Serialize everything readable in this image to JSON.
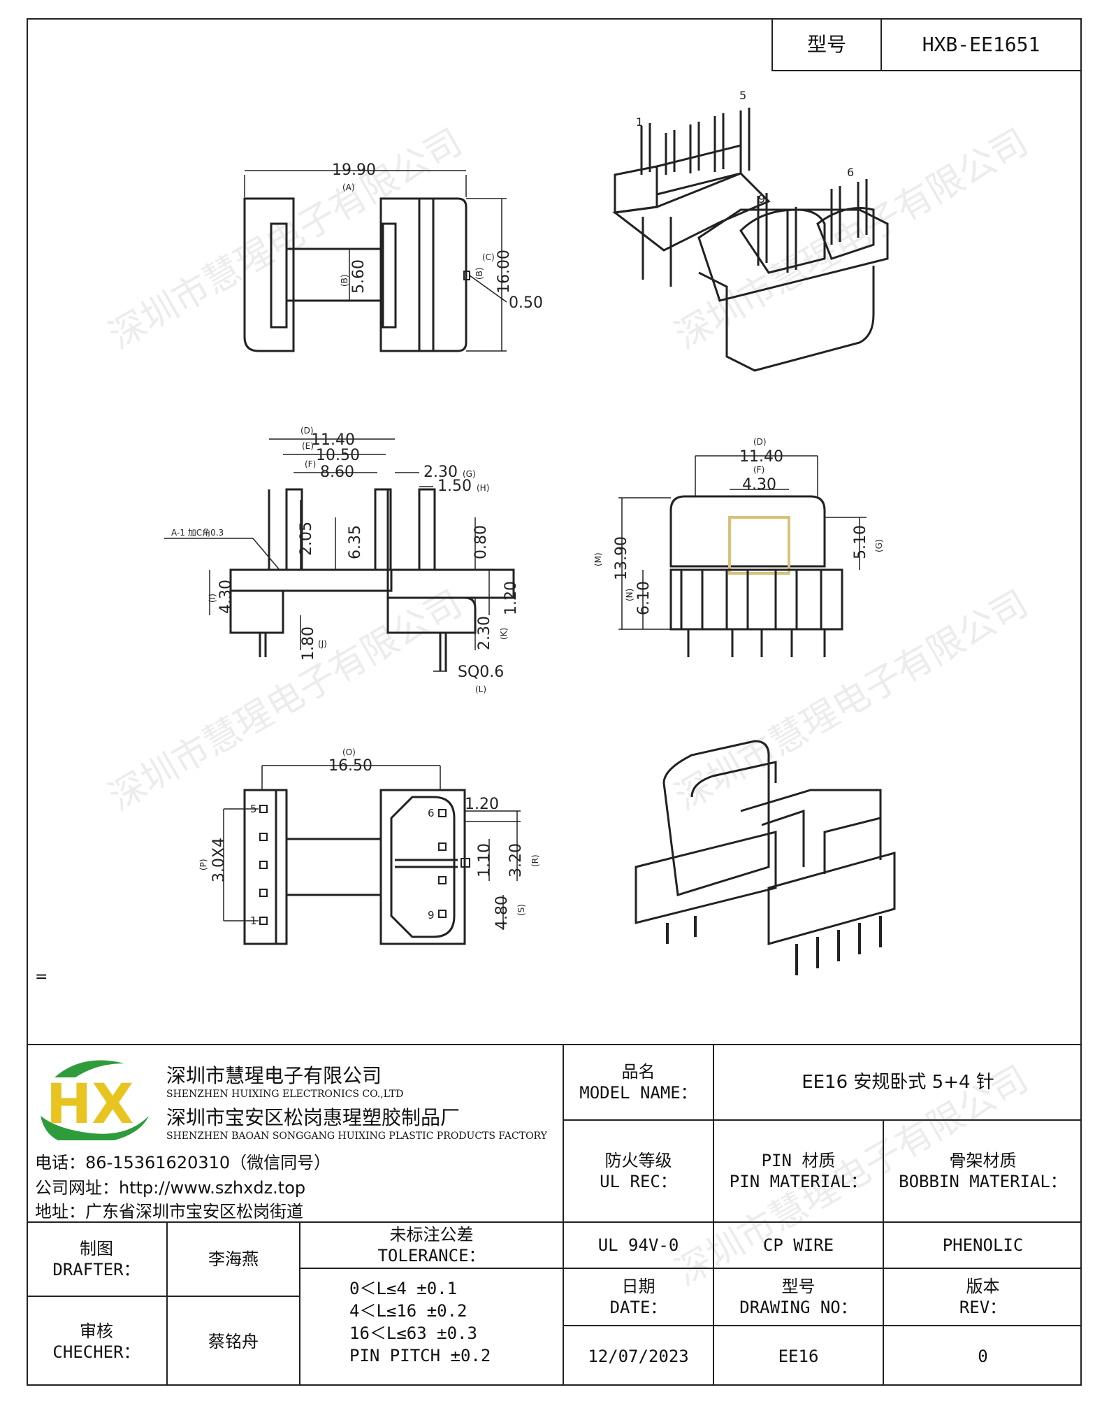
{
  "header": {
    "model_label": "型号",
    "model_value": "HXB-EE1651"
  },
  "watermark": "深圳市慧瑆电子有限公司",
  "drawing": {
    "top": {
      "width": "19.90",
      "a": "(A)",
      "height": "16.00",
      "b": "(B)",
      "gap": "5.60",
      "gap_tag": "(B)",
      "thk": "0.50",
      "c": "(C)"
    },
    "iso_pins": {
      "p1": "1",
      "p5": "5",
      "p6": "6",
      "p9": "9"
    },
    "side": {
      "d1": "11.40",
      "d2": "10.50",
      "d3": "8.60",
      "d4": "2.30",
      "d5": "1.50",
      "d6": "2.05",
      "d7": "6.35",
      "d8": "0.80",
      "d9": "1.20",
      "d10": "4.30",
      "d11": "1.80",
      "d12": "2.30",
      "d13": "SQ0.6",
      "t1": "(D)",
      "t2": "(E)",
      "t3": "(F)",
      "t4": "(G)",
      "t5": "(H)",
      "t6": "(I)",
      "t7": "(J)",
      "t8": "(K)",
      "t9": "(L)",
      "note": "A-1 加C角0.3"
    },
    "front": {
      "w": "11.40",
      "w_tag": "(D)",
      "inner": "4.30",
      "inner_tag": "(F)",
      "h": "13.90",
      "h_tag": "(M)",
      "h2": "6.10",
      "h2_tag": "(N)",
      "r": "5.10",
      "r_tag": "(G)"
    },
    "bottom": {
      "w": "16.50",
      "w_tag": "(O)",
      "pitch": "3.0X4",
      "pitch_tag": "(P)",
      "a": "1.20",
      "b": "1.10",
      "c": "3.20",
      "c_tag": "(R)",
      "d": "4.80",
      "d_tag": "(S)",
      "pins_left": [
        "5",
        "1"
      ],
      "pins_right": [
        "6",
        "9"
      ]
    }
  },
  "equals": "=",
  "company": {
    "name_cn": "深圳市慧瑆电子有限公司",
    "name_en": "SHENZHEN HUIXING ELECTRONICS CO.,LTD",
    "factory_cn": "深圳市宝安区松岗惠瑆塑胶制品厂",
    "factory_en": "SHENZHEN BAOAN SONGGANG HUIXING PLASTIC PRODUCTS FACTORY",
    "phone": "电话：86-15361620310（微信同号）",
    "website": "公司网址：http://www.szhxdz.top",
    "address": "地址：广东省深圳市宝安区松岗街道",
    "logo_text": "HX",
    "colors": {
      "green": "#2e9c3b",
      "yellow": "#e8c420"
    }
  },
  "title_block": {
    "model_name_cn": "品名",
    "model_name_en": "MODEL NAME：",
    "model_name_value": "EE16 安规卧式 5+4 针",
    "ul_cn": "防火等级",
    "ul_en": "UL REC：",
    "pin_cn": "PIN 材质",
    "pin_en": "PIN MATERIAL：",
    "bobbin_cn": "骨架材质",
    "bobbin_en": "BOBBIN MATERIAL：",
    "ul_value": "UL 94V-0",
    "pin_value": "CP WIRE",
    "bobbin_value": "PHENOLIC",
    "drafter_cn": "制图",
    "drafter_en": "DRAFTER：",
    "drafter_name": "李海燕",
    "checker_cn": "审核",
    "checker_en": "CHECHER：",
    "checker_name": "蔡铭舟",
    "tol_cn": "未标注公差",
    "tol_en": "TOLERANCE：",
    "tol_lines": [
      "0＜L≤4  ±0.1",
      "4＜L≤16 ±0.2",
      "16＜L≤63 ±0.3",
      "PIN PITCH ±0.2"
    ],
    "date_cn": "日期",
    "date_en": "DATE：",
    "date_value": "12/07/2023",
    "dwg_cn": "型号",
    "dwg_en": "DRAWING NO：",
    "dwg_value": "EE16",
    "rev_cn": "版本",
    "rev_en": "REV：",
    "rev_value": "0"
  }
}
